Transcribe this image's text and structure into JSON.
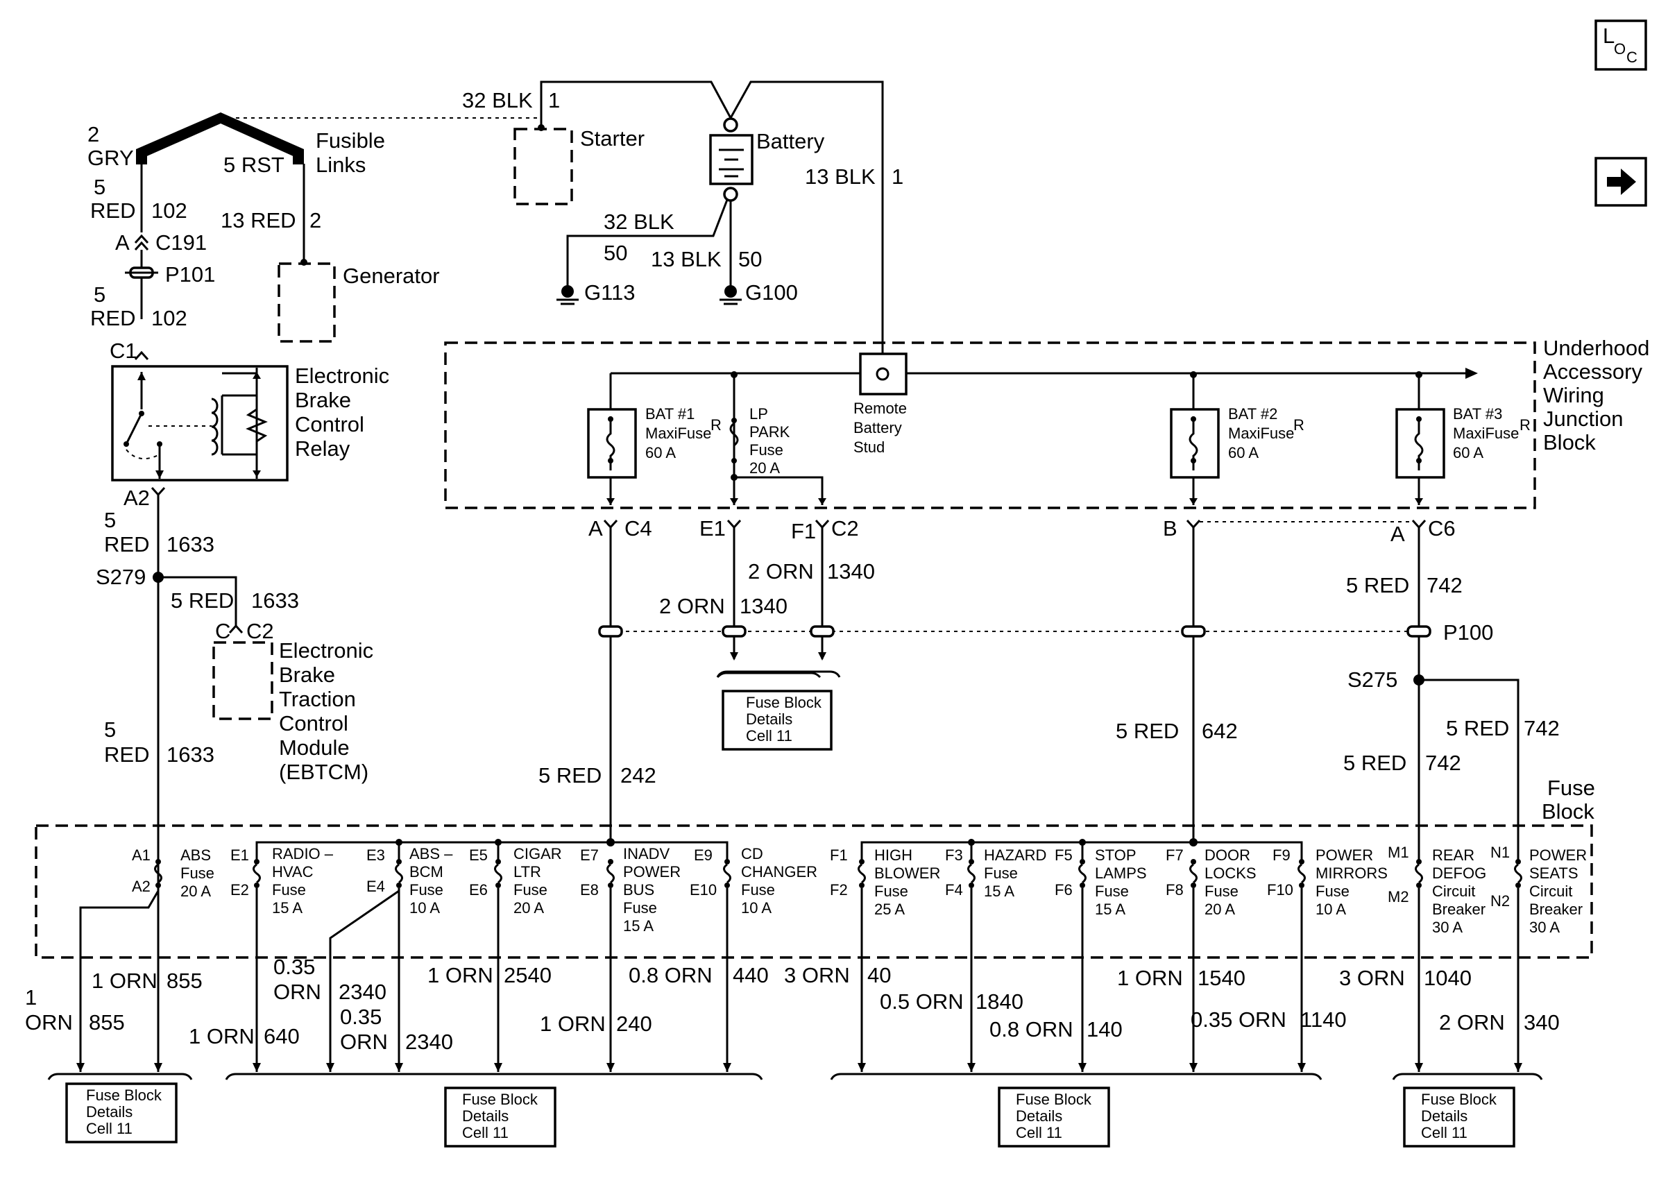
{
  "icons": {
    "loc": "loc-icon",
    "next": "right-arrow-icon"
  },
  "loc_label": {
    "l": "L",
    "o": "O",
    "c": "C"
  },
  "top": {
    "fusible_links": [
      "Fusible",
      "Links"
    ],
    "w_2gry": [
      "2",
      "GRY"
    ],
    "w_5rst": "5 RST",
    "w_5red_102_a": {
      "gauge": [
        "5",
        "RED"
      ],
      "circuit": "102"
    },
    "c191": {
      "pin": "A",
      "name": "C191"
    },
    "p101": "P101",
    "w_5red_102_b": {
      "gauge": [
        "5",
        "RED"
      ],
      "circuit": "102"
    },
    "c1": "C1",
    "ebcr": [
      "Electronic",
      "Brake",
      "Control",
      "Relay"
    ],
    "a2": "A2",
    "w_5red_1633_a": {
      "gauge": [
        "5",
        "RED"
      ],
      "circuit": "1633"
    },
    "s279": "S279",
    "w_5red_1633_b": {
      "gauge": "5 RED",
      "circuit": "1633"
    },
    "c2": {
      "pin": "C",
      "name": "C2"
    },
    "ebtcm": [
      "Electronic",
      "Brake",
      "Traction",
      "Control",
      "Module",
      "(EBTCM)"
    ],
    "w_5red_1633_c": {
      "gauge": [
        "5",
        "RED"
      ],
      "circuit": "1633"
    },
    "w_13red_2": {
      "gauge": "13 RED",
      "circuit": "2"
    },
    "generator": "Generator",
    "w_32blk_1": {
      "gauge": "32 BLK",
      "circuit": "1"
    },
    "starter": "Starter",
    "battery": "Battery",
    "w_13blk_1": {
      "gauge": "13 BLK",
      "circuit": "1"
    },
    "w_32blk_50": {
      "gauge": "32 BLK",
      "circuit": "50"
    },
    "w_13blk_50": {
      "gauge": "13 BLK",
      "circuit": "50"
    },
    "g113": "G113",
    "g100": "G100"
  },
  "underhood": {
    "title": [
      "Underhood",
      "Accessory",
      "Wiring",
      "Junction",
      "Block"
    ],
    "bat1": [
      "BAT #1",
      "MaxiFuse",
      "60 A"
    ],
    "lp": [
      "LP",
      "PARK",
      "Fuse",
      "20 A"
    ],
    "stud": [
      "Remote",
      "Battery",
      "Stud"
    ],
    "bat2": [
      "BAT #2",
      "MaxiFuse",
      "60 A"
    ],
    "bat3": [
      "BAT #3",
      "MaxiFuse",
      "60 A"
    ],
    "reg": "R",
    "conn": {
      "a": "A",
      "c4": "C4",
      "e1": "E1",
      "f1": "F1",
      "c2": "C2",
      "b": "B",
      "a2": "A",
      "c6": "C6"
    },
    "w_2orn_1340_a": {
      "gauge": "2 ORN",
      "circuit": "1340"
    },
    "w_2orn_1340_b": {
      "gauge": "2 ORN",
      "circuit": "1340"
    },
    "w_5red_742_a": {
      "gauge": "5 RED",
      "circuit": "742"
    },
    "p100": "P100",
    "fbd_mid": [
      "Fuse Block",
      "Details",
      "Cell 11"
    ],
    "w_5red_242": {
      "gauge": "5 RED",
      "circuit": "242"
    },
    "w_5red_642": {
      "gauge": "5 RED",
      "circuit": "642"
    },
    "s275": "S275",
    "w_5red_742_b": {
      "gauge": "5 RED",
      "circuit": "742"
    },
    "w_5red_742_c": {
      "gauge": "5 RED",
      "circuit": "742"
    }
  },
  "fuse_block": {
    "title": [
      "Fuse",
      "Block"
    ],
    "fuses": [
      {
        "pins": [
          "A1",
          "A2"
        ],
        "label": [
          "ABS",
          "Fuse",
          "20 A"
        ]
      },
      {
        "pins": [
          "E1",
          "E2"
        ],
        "label": [
          "RADIO –",
          "HVAC",
          "Fuse",
          "15 A"
        ]
      },
      {
        "pins": [
          "E3",
          "E4"
        ],
        "label": [
          "ABS –",
          "BCM",
          "Fuse",
          "10 A"
        ]
      },
      {
        "pins": [
          "E5",
          "E6"
        ],
        "label": [
          "CIGAR",
          "LTR",
          "Fuse",
          "20 A"
        ]
      },
      {
        "pins": [
          "E7",
          "E8"
        ],
        "label": [
          "INADV",
          "POWER",
          "BUS",
          "Fuse",
          "15 A"
        ]
      },
      {
        "pins": [
          "E9",
          "E10"
        ],
        "label": [
          "CD",
          "CHANGER",
          "Fuse",
          "10 A"
        ]
      },
      {
        "pins": [
          "F1",
          "F2"
        ],
        "label": [
          "HIGH",
          "BLOWER",
          "Fuse",
          "25 A"
        ]
      },
      {
        "pins": [
          "F3",
          "F4"
        ],
        "label": [
          "HAZARD",
          "Fuse",
          "15 A"
        ]
      },
      {
        "pins": [
          "F5",
          "F6"
        ],
        "label": [
          "STOP",
          "LAMPS",
          "Fuse",
          "15 A"
        ]
      },
      {
        "pins": [
          "F7",
          "F8"
        ],
        "label": [
          "DOOR",
          "LOCKS",
          "Fuse",
          "20 A"
        ]
      },
      {
        "pins": [
          "F9",
          "F10"
        ],
        "label": [
          "POWER",
          "MIRRORS",
          "Fuse",
          "10 A"
        ]
      },
      {
        "pins": [
          "M1",
          "M2"
        ],
        "label": [
          "REAR",
          "DEFOG",
          "Circuit",
          "Breaker",
          "30 A"
        ]
      },
      {
        "pins": [
          "N1",
          "N2"
        ],
        "label": [
          "POWER",
          "SEATS",
          "Circuit",
          "Breaker",
          "30 A"
        ]
      }
    ],
    "outputs": {
      "o855a": {
        "gauge": "1 ORN",
        "circuit": "855"
      },
      "o855b": {
        "gauge": [
          "1",
          "ORN"
        ],
        "circuit": "855"
      },
      "o640": {
        "gauge": "1 ORN",
        "circuit": "640"
      },
      "o2340a": {
        "gauge": [
          "0.35",
          "ORN"
        ],
        "circuit": "2340"
      },
      "o2340b": {
        "gauge": [
          "0.35",
          "ORN"
        ],
        "circuit": "2340"
      },
      "o2540": {
        "gauge": "1 ORN",
        "circuit": "2540"
      },
      "o240": {
        "gauge": "1 ORN",
        "circuit": "240"
      },
      "o440": {
        "gauge": "0.8 ORN",
        "circuit": "440"
      },
      "o40": {
        "gauge": "3 ORN",
        "circuit": "40"
      },
      "o1840": {
        "gauge": "0.5 ORN",
        "circuit": "1840"
      },
      "o140": {
        "gauge": "0.8 ORN",
        "circuit": "140"
      },
      "o1540": {
        "gauge": "1 ORN",
        "circuit": "1540"
      },
      "o1140": {
        "gauge": "0.35 ORN",
        "circuit": "1140"
      },
      "o1040": {
        "gauge": "3 ORN",
        "circuit": "1040"
      },
      "o340": {
        "gauge": "2 ORN",
        "circuit": "340"
      }
    },
    "fbd": [
      [
        "Fuse Block",
        "Details",
        "Cell 11"
      ],
      [
        "Fuse Block",
        "Details",
        "Cell 11"
      ],
      [
        "Fuse Block",
        "Details",
        "Cell 11"
      ],
      [
        "Fuse Block",
        "Details",
        "Cell 11"
      ]
    ]
  }
}
